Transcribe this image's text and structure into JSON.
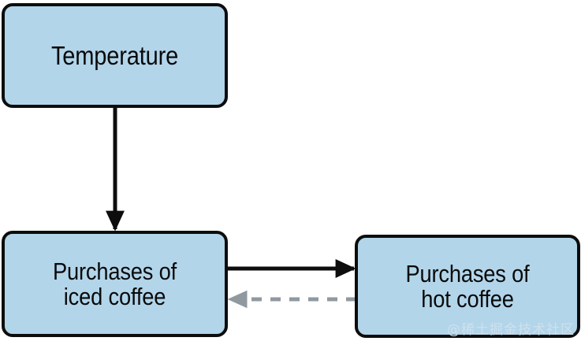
{
  "diagram": {
    "title": "Temperature and coffee purchases causal diagram",
    "type": "flowchart",
    "nodes": [
      {
        "id": "temperature",
        "label": "Temperature",
        "fill": "#b2d5ea",
        "stroke": "#0d0d0d"
      },
      {
        "id": "iced-coffee",
        "label": "Purchases of\niced coffee",
        "fill": "#b2d5ea",
        "stroke": "#0d0d0d"
      },
      {
        "id": "hot-coffee",
        "label": "Purchases of\nhot coffee",
        "fill": "#b2d5ea",
        "stroke": "#0d0d0d"
      }
    ],
    "edges": [
      {
        "id": "temperature-to-iced",
        "from": "temperature",
        "to": "iced-coffee",
        "style": "solid",
        "color": "#0d0d0d",
        "direction": "down",
        "label": ""
      },
      {
        "id": "iced-to-hot",
        "from": "iced-coffee",
        "to": "hot-coffee",
        "style": "solid",
        "color": "#0d0d0d",
        "direction": "right",
        "label": ""
      },
      {
        "id": "hot-to-iced",
        "from": "hot-coffee",
        "to": "iced-coffee",
        "style": "dashed",
        "color": "#9099a0",
        "direction": "left",
        "label": ""
      }
    ]
  },
  "watermark": {
    "text": "@稀土掘金技术社区"
  }
}
